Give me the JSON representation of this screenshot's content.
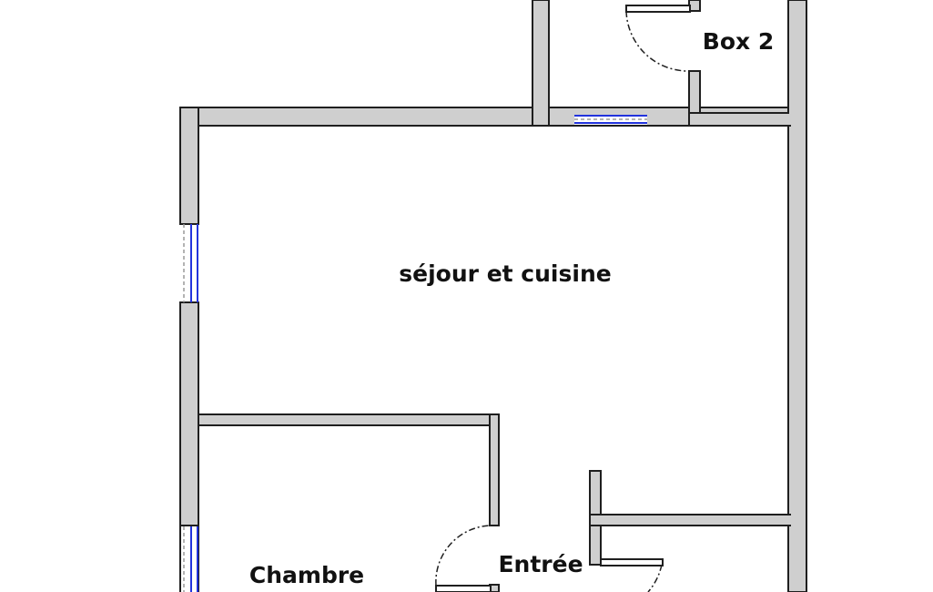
{
  "floor_plan": {
    "rooms": [
      {
        "label": "Box 2"
      },
      {
        "label": "séjour et cuisine"
      },
      {
        "label": "Chambre"
      },
      {
        "label": "Entrée"
      }
    ],
    "colors": {
      "wall_fill": "#cfcfcf",
      "wall_outline": "#1f1f1f",
      "window": "#2233dd",
      "background": "#ffffff"
    }
  }
}
